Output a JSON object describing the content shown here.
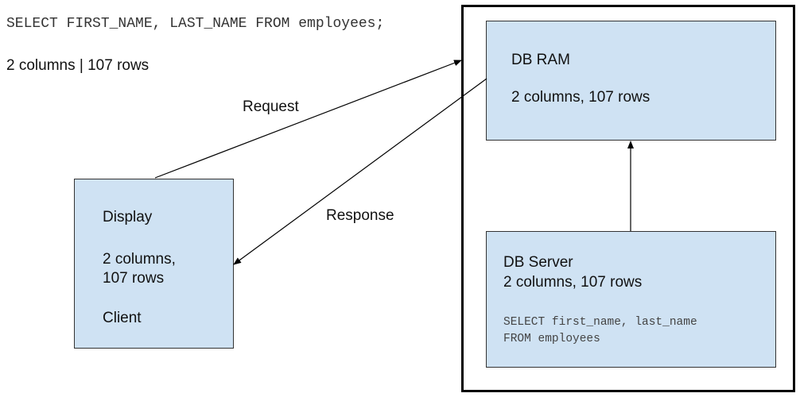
{
  "header": {
    "query": "SELECT FIRST_NAME, LAST_NAME FROM employees;",
    "summary": "2 columns | 107 rows"
  },
  "edges": {
    "request_label": "Request",
    "response_label": "Response"
  },
  "db_ram": {
    "title": "DB RAM",
    "detail": "2 columns, 107 rows"
  },
  "client": {
    "title": "Display",
    "detail_line1": "2 columns,",
    "detail_line2": "107 rows",
    "footer": "Client"
  },
  "db_server": {
    "title": "DB Server",
    "detail": "2 columns, 107 rows",
    "query_line1": "SELECT first_name, last_name",
    "query_line2": "FROM employees"
  },
  "colors": {
    "box_fill": "#cfe2f3",
    "frame_border": "#000000",
    "line": "#000000"
  }
}
